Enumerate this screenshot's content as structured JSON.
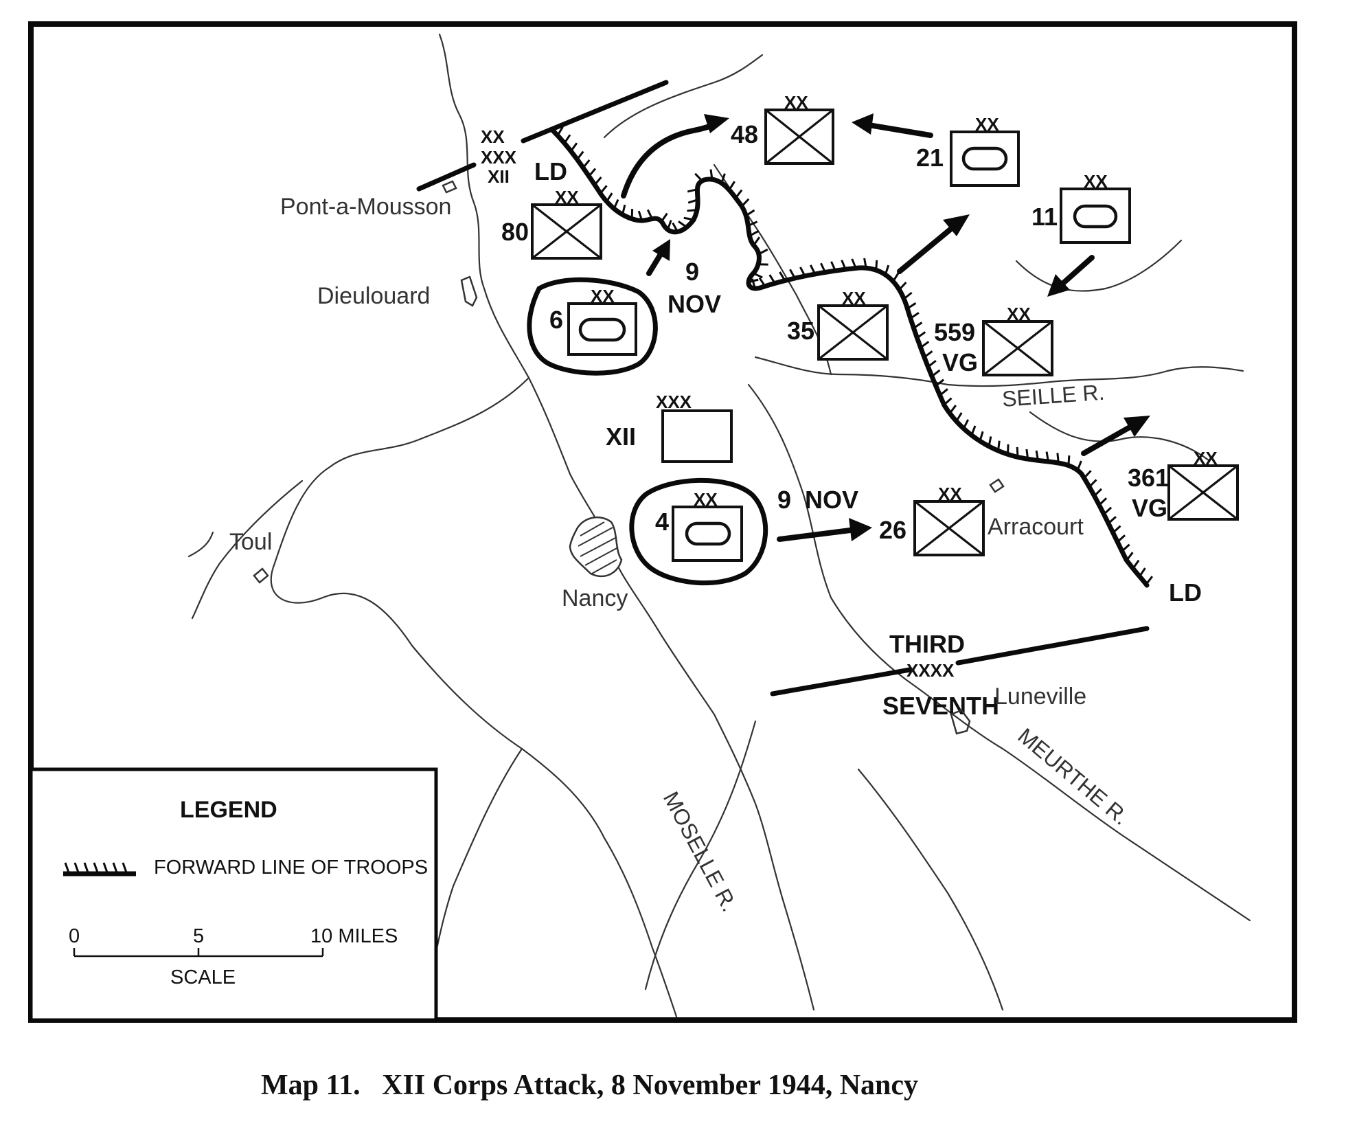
{
  "title": "Map 11.   XII Corps Attack, 8 November 1944, Nancy",
  "legend": {
    "heading": "LEGEND",
    "forward_line_label": "FORWARD LINE OF TROOPS",
    "scale_ticks": [
      "0",
      "5",
      "10 MILES"
    ],
    "scale_label": "SCALE"
  },
  "places": {
    "pont_a_mousson": "Pont-a-Mousson",
    "dieulouard": "Dieulouard",
    "toul": "Toul",
    "nancy": "Nancy",
    "arracourt": "Arracourt",
    "luneville": "Luneville"
  },
  "rivers": {
    "moselle": "MOSELLE R.",
    "meurthe": "MEURTHE R.",
    "seille": "SEILLE R."
  },
  "units": {
    "u48": {
      "number": "48",
      "echelon": "XX"
    },
    "u21": {
      "number": "21",
      "echelon": "XX"
    },
    "u11": {
      "number": "11",
      "echelon": "XX"
    },
    "u80": {
      "number": "80",
      "echelon": "XX"
    },
    "u6": {
      "number": "6",
      "echelon": "XX"
    },
    "u35": {
      "number": "35",
      "echelon": "XX"
    },
    "u559": {
      "number": "559",
      "suffix": "VG",
      "echelon": "XX"
    },
    "u12": {
      "number": "XII",
      "echelon": "XXX"
    },
    "u4": {
      "number": "4",
      "echelon": "XX"
    },
    "u26": {
      "number": "26",
      "echelon": "XX"
    },
    "u361": {
      "number": "361",
      "suffix": "VG",
      "echelon": "XX"
    }
  },
  "boundaries": {
    "corps": {
      "echelons": [
        "XX",
        "XXX"
      ],
      "name": "XII"
    },
    "army": {
      "north": "THIRD",
      "echelon": "XXXX",
      "south": "SEVENTH"
    }
  },
  "annotations": {
    "ld": "LD",
    "nov_day": "9",
    "nov_month": "NOV",
    "nov_inline": "9  NOV"
  }
}
